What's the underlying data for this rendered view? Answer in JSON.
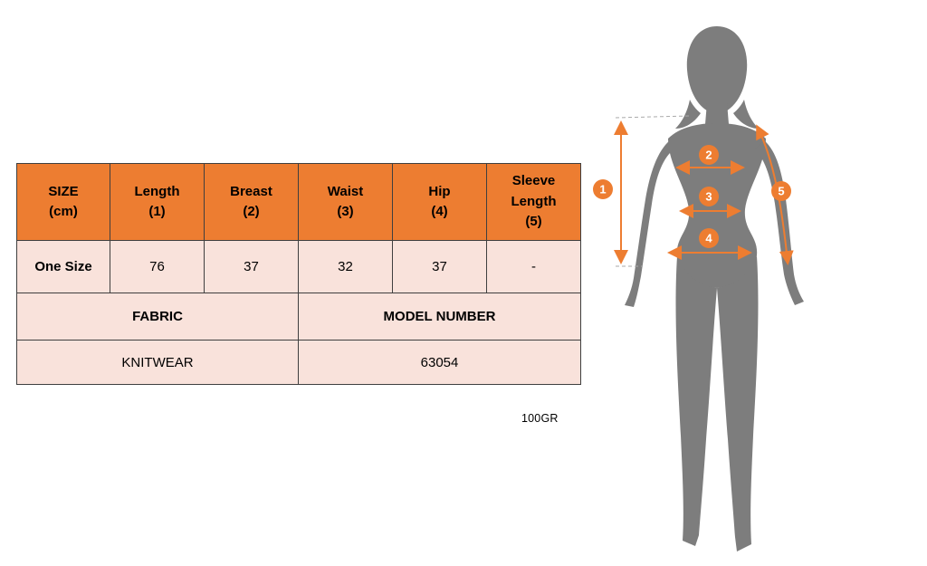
{
  "size_table": {
    "header_cells": [
      "SIZE\n(cm)",
      "Length\n(1)",
      "Breast\n(2)",
      "Waist\n(3)",
      "Hip\n(4)",
      "Sleeve\nLength\n(5)"
    ],
    "size_row": [
      "One Size",
      "76",
      "37",
      "32",
      "37",
      "-"
    ],
    "fabric_label": "FABRIC",
    "model_number_label": "MODEL NUMBER",
    "fabric_value": "KNITWEAR",
    "model_number_value": "63054"
  },
  "weight_note": "100GR",
  "figure": {
    "markers": [
      "1",
      "2",
      "3",
      "4",
      "5"
    ]
  },
  "colors": {
    "header_orange": "#ED7D31",
    "row_pink": "#F9E2DB",
    "accent_orange": "#ED7D31",
    "silhouette_gray": "#7D7D7D",
    "table_border": "#3F3F3F",
    "dashed_guide_gray": "#AAAAAA"
  }
}
